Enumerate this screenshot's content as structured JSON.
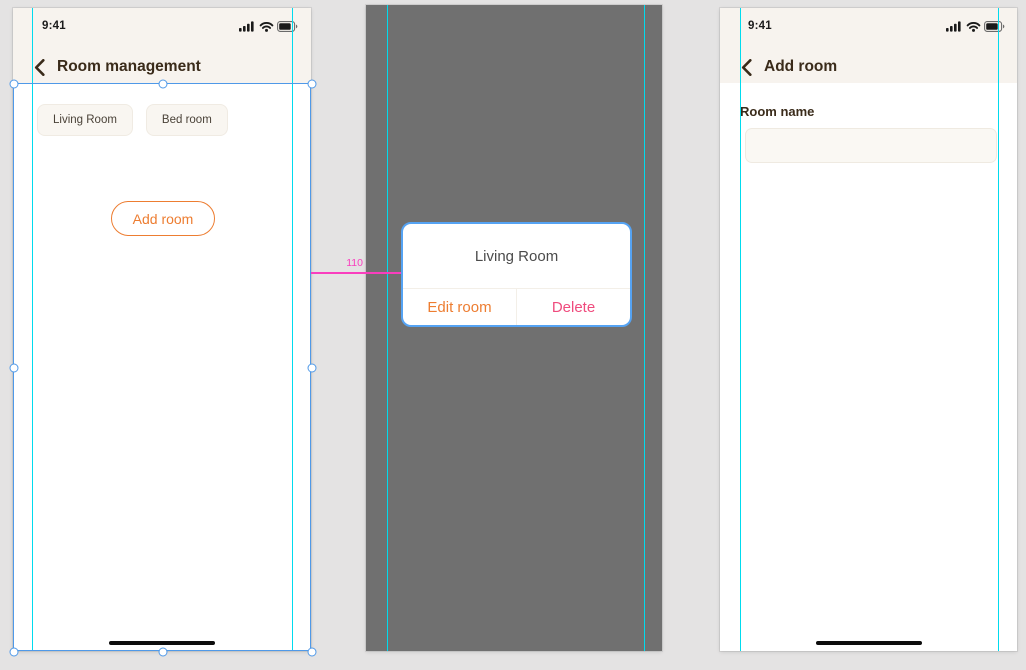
{
  "canvas": {
    "background": "#e4e3e3"
  },
  "colors": {
    "accent_orange": "#ED7D31",
    "delete_pink": "#EF4B7D",
    "guide_cyan": "#00DBEE",
    "selection_blue": "#4F99E8",
    "measurement_magenta": "#F93EBE",
    "header_beige": "#F7F3EE",
    "overlay_gray": "#707070",
    "title_brown": "#3A2B1A"
  },
  "icons": {
    "back": "chevron-left-icon",
    "cellular": "cellular-signal-icon",
    "wifi": "wifi-icon",
    "battery": "battery-icon",
    "home": "home-indicator-bar"
  },
  "artboards": {
    "room_management": {
      "status_time": "9:41",
      "nav_title": "Room management",
      "chips": [
        {
          "label": "Living Room"
        },
        {
          "label": "Bed room"
        }
      ],
      "add_room_button": "Add room"
    },
    "dialog_screen": {
      "dialog": {
        "title": "Living Room",
        "actions": [
          {
            "label": "Edit room",
            "color": "#ED7D31"
          },
          {
            "label": "Delete",
            "color": "#EF4B7D"
          }
        ]
      }
    },
    "add_room": {
      "status_time": "9:41",
      "nav_title": "Add room",
      "form": {
        "room_name_label": "Room name",
        "input_value": "",
        "input_placeholder": ""
      }
    }
  },
  "measurement": {
    "value": "110"
  }
}
